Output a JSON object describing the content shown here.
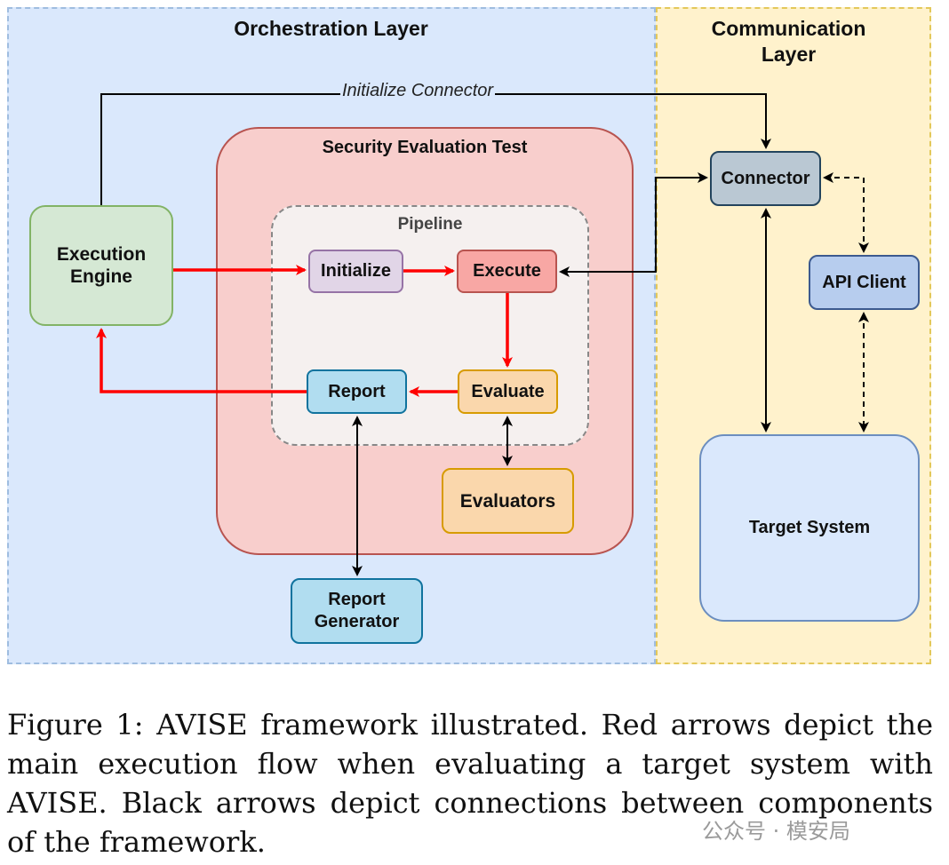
{
  "regions": {
    "orchestration": "Orchestration Layer",
    "communication_line1": "Communication",
    "communication_line2": "Layer"
  },
  "groups": {
    "security_evaluation_test": "Security Evaluation Test",
    "pipeline": "Pipeline"
  },
  "nodes": {
    "execution_engine_line1": "Execution",
    "execution_engine_line2": "Engine",
    "initialize": "Initialize",
    "execute": "Execute",
    "evaluate": "Evaluate",
    "report": "Report",
    "evaluators": "Evaluators",
    "report_generator_line1": "Report",
    "report_generator_line2": "Generator",
    "connector": "Connector",
    "api_client": "API Client",
    "target_system": "Target System"
  },
  "edges": {
    "initialize_connector_label": "Initialize Connector"
  },
  "colors": {
    "main_flow": "#ff0000",
    "connection": "#000000"
  },
  "caption": "Figure 1: AVISE framework illustrated. Red arrows depict the main execution flow when evaluating a target system with AVISE. Black arrows depict connections between components of the framework.",
  "watermark": "公众号 · 模安局"
}
